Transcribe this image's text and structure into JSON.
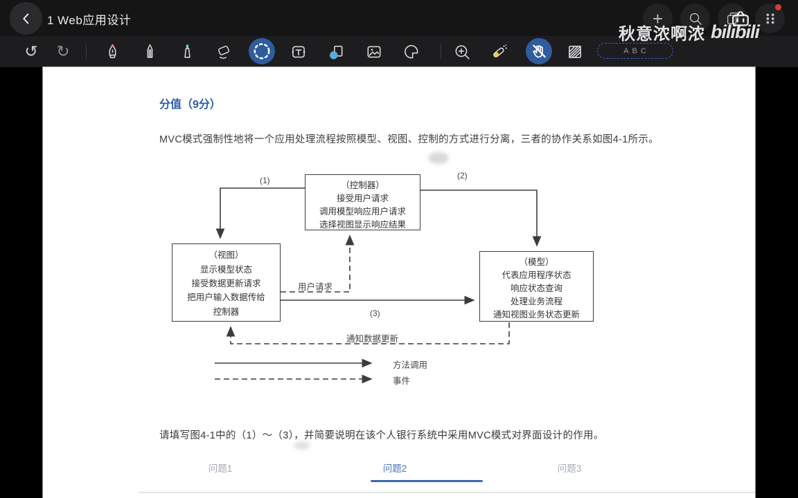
{
  "titlebar": {
    "title": "1 Web应用设计"
  },
  "watermark": {
    "username": "秋意浓啊浓",
    "brand": "bilibili"
  },
  "icons": {
    "undo": "↺",
    "redo": "↻",
    "plus": "+"
  },
  "toolbar": {
    "abc_label": "ABC",
    "tools": [
      "undo",
      "redo",
      "fountain-pen",
      "pencil",
      "highlighter",
      "eraser",
      "lasso-select",
      "text",
      "shapes",
      "image",
      "sticker",
      "zoom-window",
      "laser-pointer",
      "touch-lock",
      "hatch-pattern"
    ],
    "active_tools": [
      "lasso-select",
      "touch-lock"
    ]
  },
  "document": {
    "heading": "分值（9分）",
    "intro": "MVC模式强制性地将一个应用处理流程按照模型、视图、控制的方式进行分离，三者的协作关系如图4-1所示。",
    "question": "请填写图4-1中的（1）～（3），并简要说明在该个人银行系统中采用MVC模式对界面设计的作用。"
  },
  "diagram": {
    "figure": "图4-1",
    "controller": {
      "title": "（控制器）",
      "lines": [
        "接受用户请求",
        "调用模型响应用户请求",
        "选择视图显示响应结果"
      ]
    },
    "view": {
      "title": "（视图）",
      "lines": [
        "显示模型状态",
        "接受数据更新请求",
        "把用户输入数据传给",
        "控制器"
      ]
    },
    "model": {
      "title": "（模型）",
      "lines": [
        "代表应用程序状态",
        "响应状态查询",
        "处理业务流程",
        "通知视图业务状态更新"
      ]
    },
    "labels": {
      "n1": "(1)",
      "n2": "(2)",
      "n3": "(3)",
      "user_request": "用户请求",
      "notify_update": "通知数据更新"
    },
    "legend": [
      {
        "style": "solid",
        "label": "方法调用"
      },
      {
        "style": "dashed",
        "label": "事件"
      }
    ]
  },
  "tabs": [
    {
      "label": "问题1",
      "active": false
    },
    {
      "label": "问题2",
      "active": true
    },
    {
      "label": "问题3",
      "active": false
    }
  ],
  "colors": {
    "heading_blue": "#2d5ca8",
    "tab_active_blue": "#4a72b8",
    "tab_underline": "#3e6ab3",
    "active_tool_bg": "#2e5c9e",
    "abc_border": "#3b5fd0",
    "badge_red": "#e0392f",
    "pen_red": "#e05a6e",
    "highlighter_teal": "#79d2cc",
    "laser_yellow": "#e8d23f",
    "shape_circle_blue": "#56aedd"
  }
}
